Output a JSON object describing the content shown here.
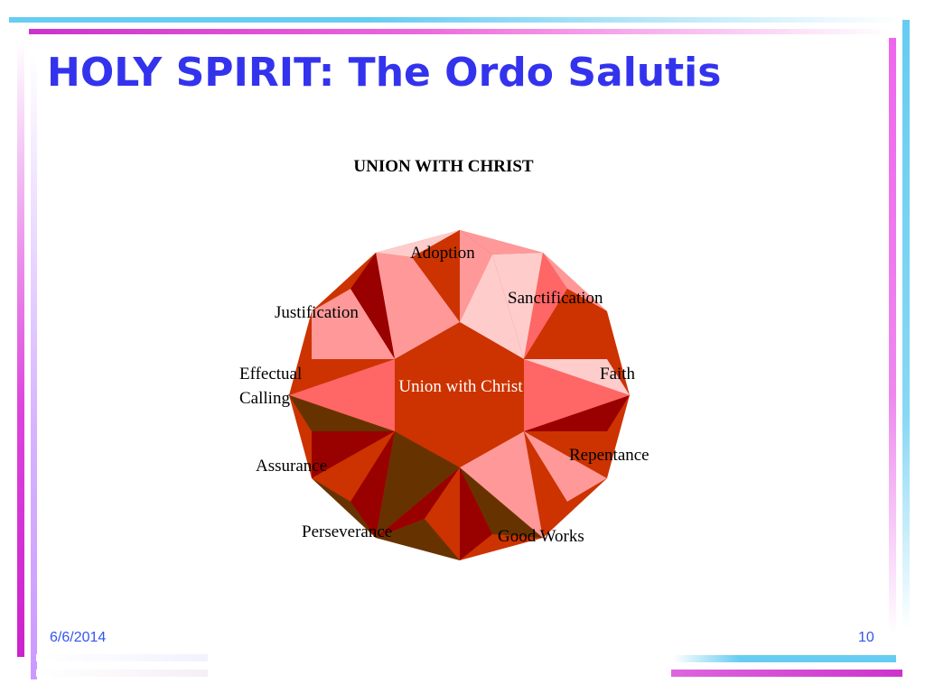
{
  "title": "HOLY SPIRIT: The Ordo Salutis",
  "diagram": {
    "heading": "UNION WITH CHRIST",
    "center": "Union with Christ",
    "segments": [
      "Adoption",
      "Sanctification",
      "Justification",
      "Effectual Calling",
      "Faith",
      "Assurance",
      "Repentance",
      "Perseverance",
      "Good Works"
    ]
  },
  "footer": {
    "date": "6/6/2014",
    "page": "10"
  },
  "colors": {
    "title": "#3333ee",
    "accent_pink": "#ee44dd",
    "accent_blue": "#66ccf2",
    "gem_light": "#ff9999",
    "gem_mid": "#ff6666",
    "gem_pale": "#ffcccc",
    "gem_red": "#cc3300",
    "gem_dark": "#990000",
    "gem_brown": "#663300"
  }
}
